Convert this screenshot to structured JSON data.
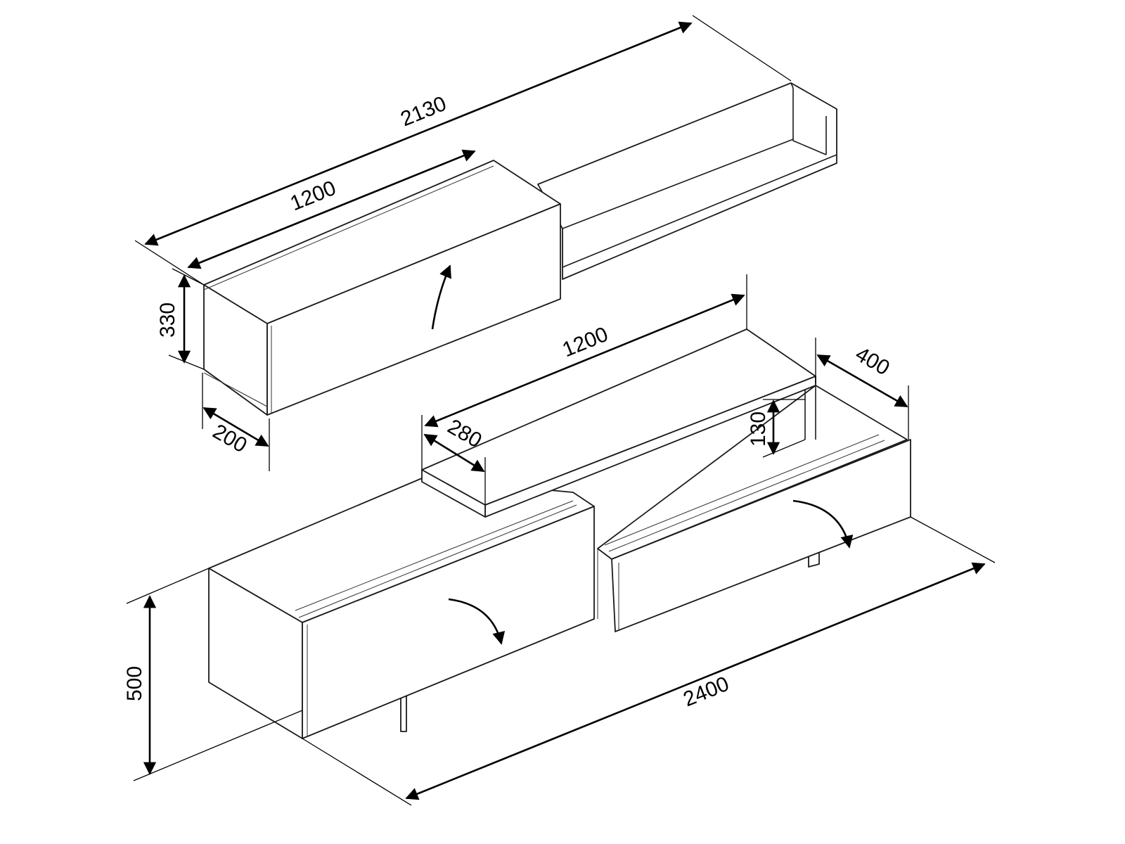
{
  "title": "Wall unit set dimension drawing",
  "units": "mm",
  "dimensions": {
    "shelf_total_width": "2130",
    "wall_cabinet_width": "1200",
    "wall_cabinet_height": "330",
    "wall_cabinet_depth": "200",
    "top_shelf_width": "1200",
    "top_shelf_depth": "280",
    "top_shelf_height": "130",
    "right_module_depth": "400",
    "base_unit_height": "500",
    "base_unit_width": "2400"
  },
  "colors": {
    "line": "#1a1a1a",
    "background": "#ffffff"
  }
}
